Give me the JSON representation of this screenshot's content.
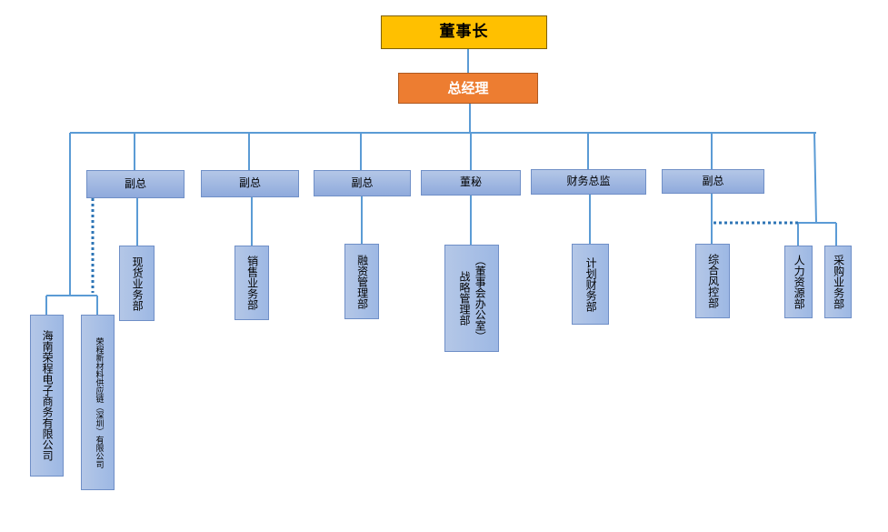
{
  "chairman": "董事长",
  "general_manager": "总经理",
  "managers": [
    "副总",
    "副总",
    "副总",
    "董秘",
    "财务总监",
    "副总"
  ],
  "departments": {
    "spot_trading": "现货业务部",
    "sales": "销售业务部",
    "financing": "融资管理部",
    "strategy_col1": "（董事会办公室）",
    "strategy_col2": "战略管理部",
    "planning_finance": "计划财务部",
    "risk_control": "综合风控部",
    "hr": "人力资源部",
    "procurement": "采购业务部"
  },
  "subsidiaries": {
    "hainan": "海南荣程电子商务有限公司",
    "shenzhen": "荣程新材料供应链（深圳）有限公司"
  },
  "colors": {
    "chairman": "#ffc000",
    "general_manager": "#ed7d31",
    "unit": "#b4c7e7",
    "line": "#5b9bd5",
    "dotted_line": "#2e75b6"
  }
}
